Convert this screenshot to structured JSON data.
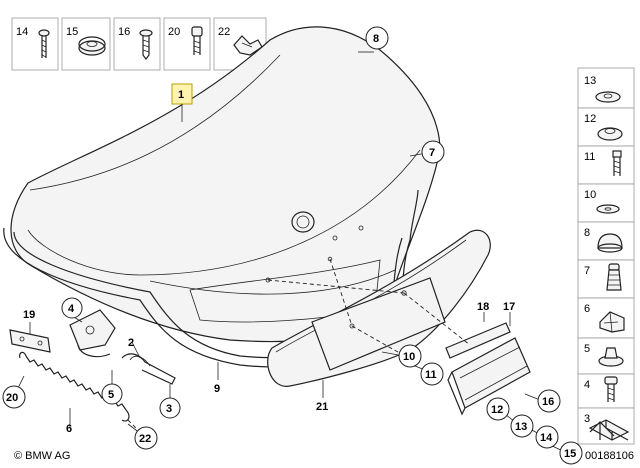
{
  "copyright": "© BMW AG",
  "diagram_id": "00188106",
  "top_parts": [
    "14",
    "15",
    "16",
    "20",
    "22"
  ],
  "side_parts": [
    "13",
    "12",
    "11",
    "10",
    "8",
    "7",
    "6",
    "5",
    "4",
    "3"
  ],
  "callouts": {
    "c1": "1",
    "c2": "2",
    "c3": "3",
    "c4": "4",
    "c5": "5",
    "c6": "6",
    "c7": "7",
    "c8": "8",
    "c9": "9",
    "c10": "10",
    "c11": "11",
    "c12": "12",
    "c13": "13",
    "c14": "14",
    "c15": "15",
    "c16": "16",
    "c17": "17",
    "c18": "18",
    "c19": "19",
    "c20": "20",
    "c21": "21",
    "c22": "22"
  }
}
